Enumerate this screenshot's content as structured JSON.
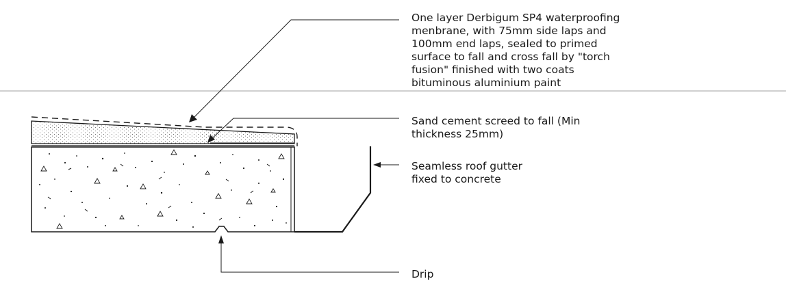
{
  "labels": {
    "membrane": [
      "One layer Derbigum SP4 waterproofing",
      "menbrane, with 75mm side laps and",
      "100mm end laps, sealed to primed",
      "surface to fall and cross fall by \"torch",
      "fusion\" finished with two coats",
      "bituminous aluminium paint"
    ],
    "screed": [
      "Sand cement screed to fall (Min",
      "thickness 25mm)"
    ],
    "gutter": [
      "Seamless roof gutter",
      "fixed to concrete"
    ],
    "drip": "Drip"
  },
  "colors": {
    "line": "#1a1a1a",
    "fold_line": "#c8c8c8",
    "text": "#1a1a1a"
  }
}
